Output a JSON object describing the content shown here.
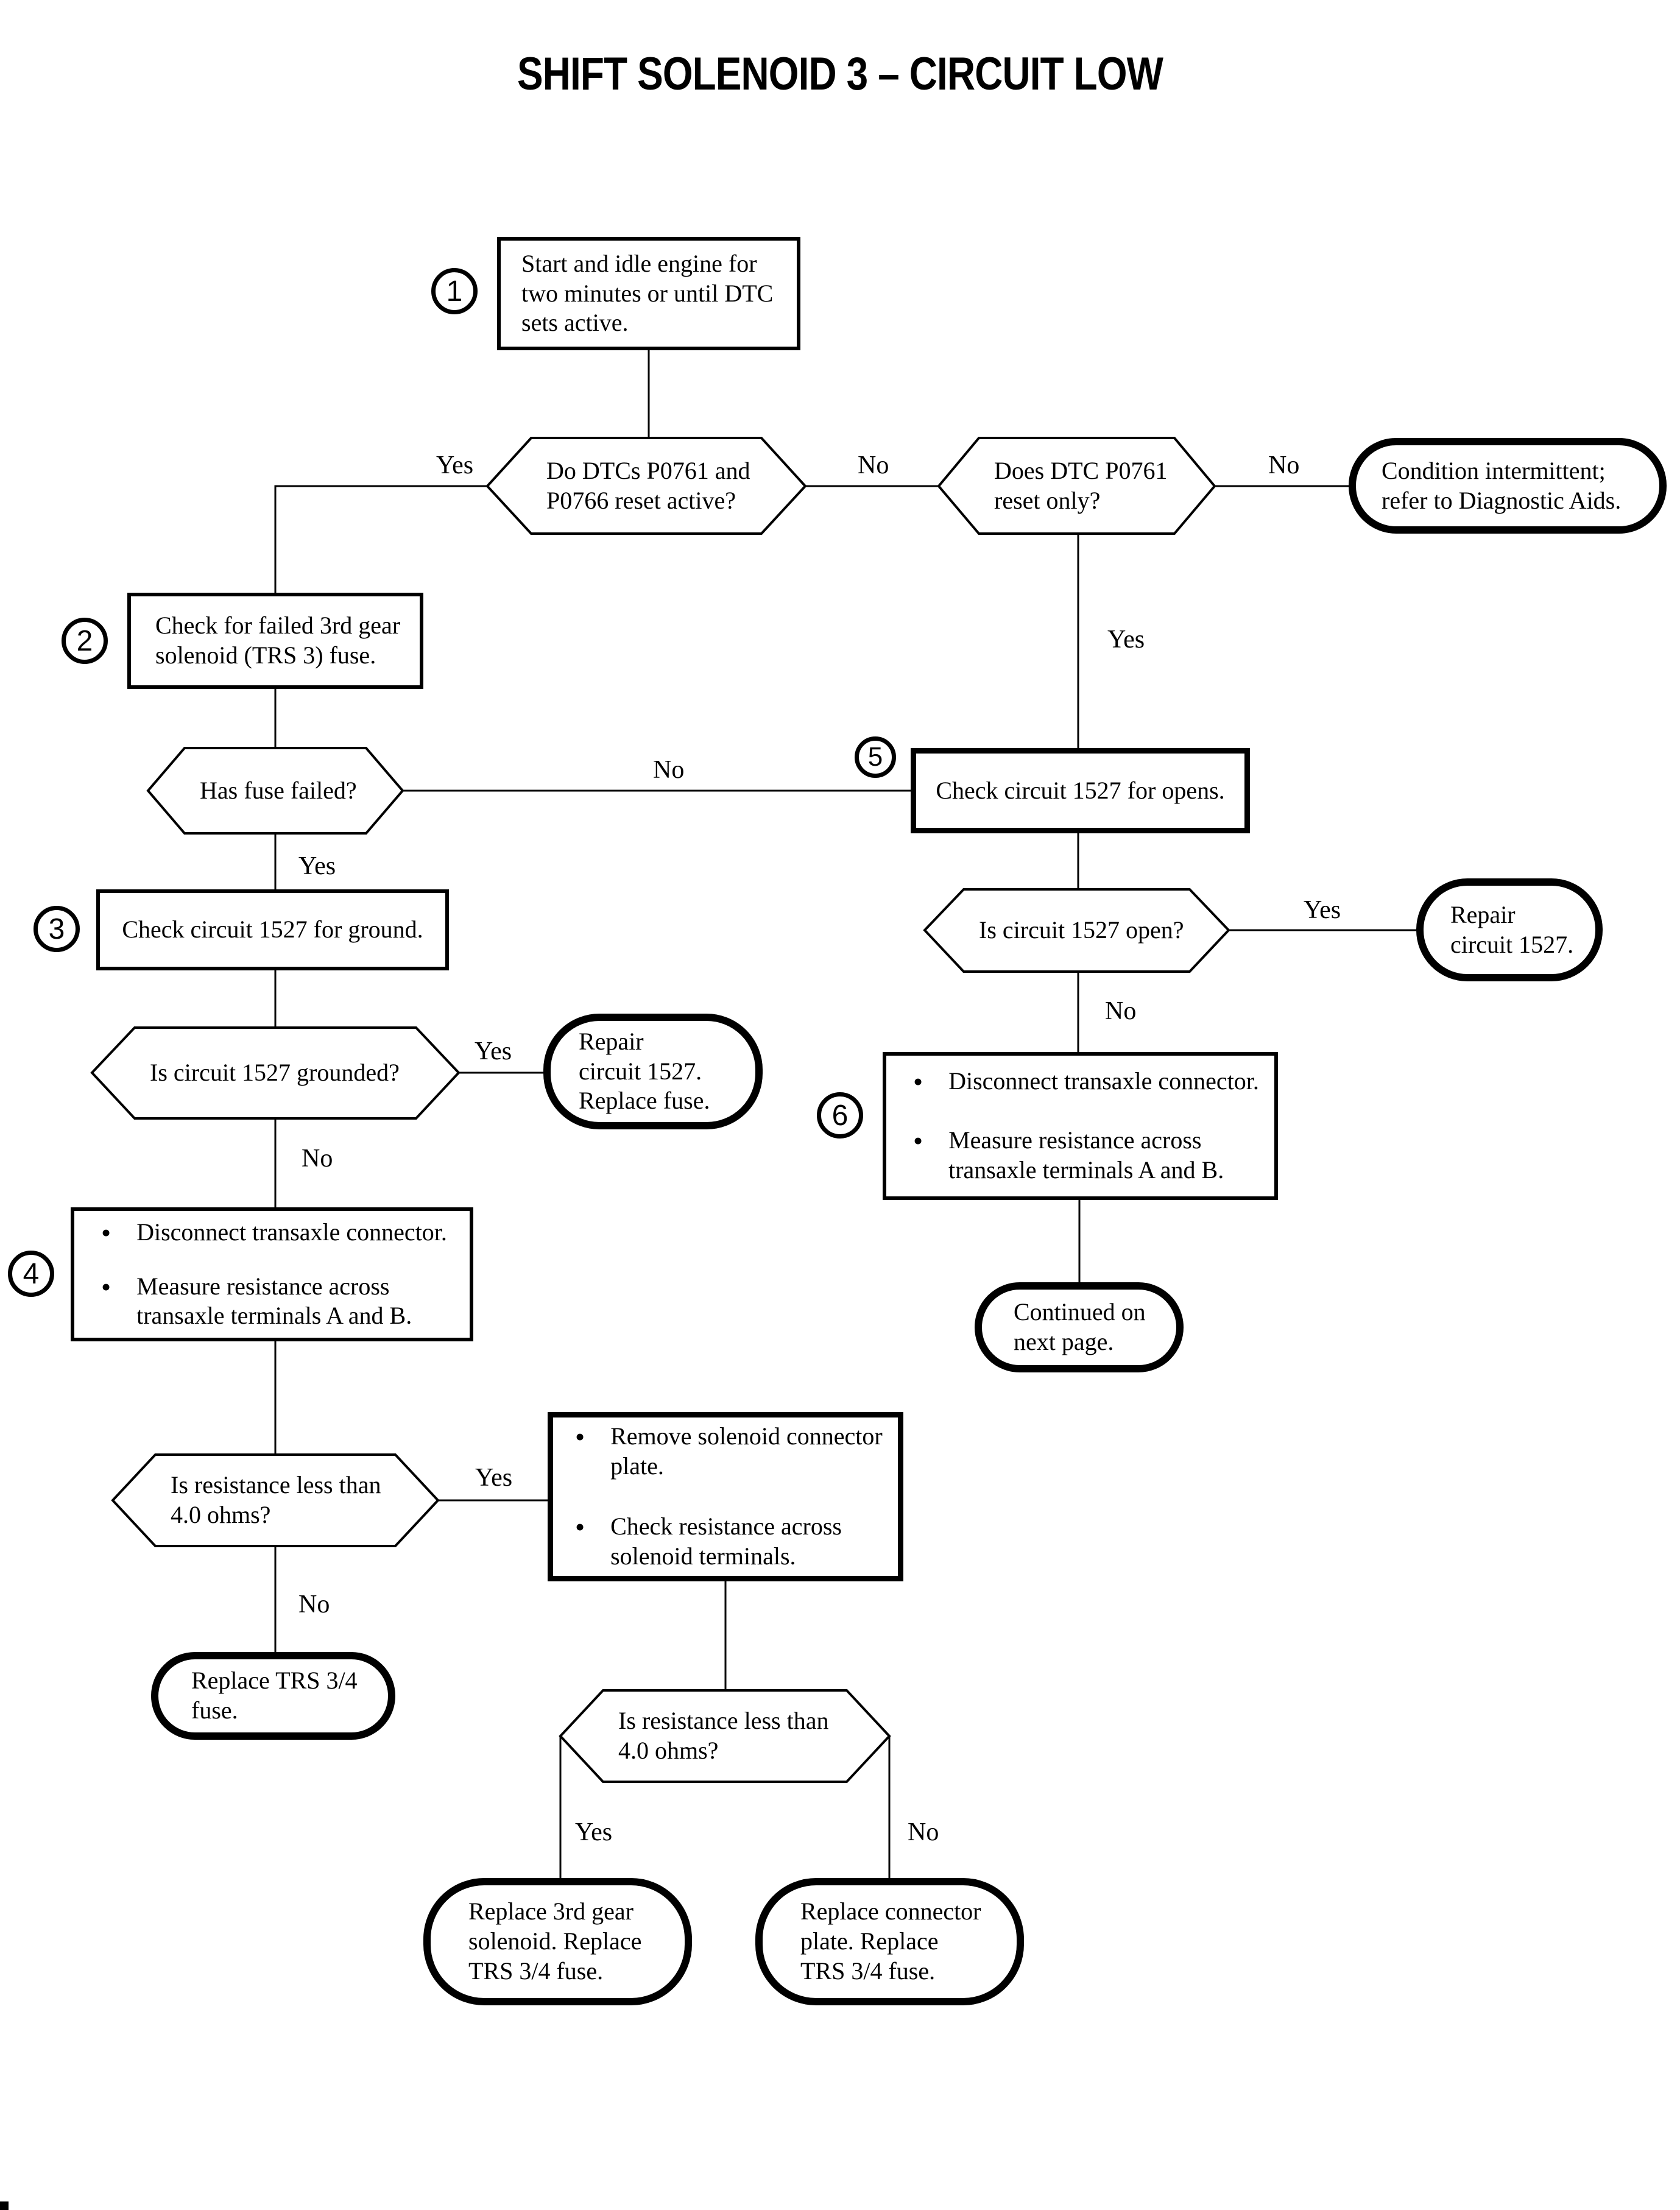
{
  "title": "SHIFT SOLENOID 3 – CIRCUIT LOW",
  "labels": {
    "yes": "Yes",
    "no": "No"
  },
  "nodes": {
    "start": {
      "number": "1",
      "text": "Start and idle engine for\ntwo minutes or until DTC\nsets active."
    },
    "q_dtcs_reset_active": {
      "text": "Do DTCs P0761 and\nP0766 reset active?"
    },
    "q_dtc_reset_only": {
      "text": "Does DTC P0761\nreset only?"
    },
    "condition_intermittent": {
      "text": "Condition intermittent;\nrefer to Diagnostic Aids."
    },
    "check_fuse": {
      "number": "2",
      "text": "Check for failed 3rd gear\nsolenoid (TRS 3) fuse."
    },
    "q_fuse_failed": {
      "text": "Has fuse failed?"
    },
    "check_opens": {
      "number": "5",
      "text": "Check circuit 1527 for opens."
    },
    "check_ground": {
      "number": "3",
      "text": "Check circuit 1527 for ground."
    },
    "q_circuit_open": {
      "text": "Is circuit 1527 open?"
    },
    "repair_circuit": {
      "text": "Repair\ncircuit 1527."
    },
    "q_circuit_grounded": {
      "text": "Is circuit 1527 grounded?"
    },
    "repair_circuit_fuse": {
      "text": "Repair\ncircuit 1527.\nReplace fuse."
    },
    "measure_right": {
      "number": "6",
      "bullets": [
        "Disconnect transaxle connector.",
        "Measure resistance across\ntransaxle terminals A and B."
      ]
    },
    "measure_left": {
      "number": "4",
      "bullets": [
        "Disconnect transaxle connector.",
        "Measure resistance across\ntransaxle terminals A and B."
      ]
    },
    "continued": {
      "text": "Continued on\nnext page."
    },
    "q_resistance_1": {
      "text": "Is resistance less than\n4.0 ohms?"
    },
    "remove_plate": {
      "bullets": [
        "Remove solenoid connector\nplate.",
        "Check resistance across\nsolenoid terminals."
      ]
    },
    "replace_trs_fuse": {
      "text": "Replace TRS 3/4\nfuse."
    },
    "q_resistance_2": {
      "text": "Is resistance less than\n4.0 ohms?"
    },
    "replace_solenoid": {
      "text": "Replace 3rd gear\nsolenoid. Replace\nTRS 3/4 fuse."
    },
    "replace_connector_plate": {
      "text": "Replace connector\nplate. Replace\nTRS 3/4 fuse."
    }
  }
}
